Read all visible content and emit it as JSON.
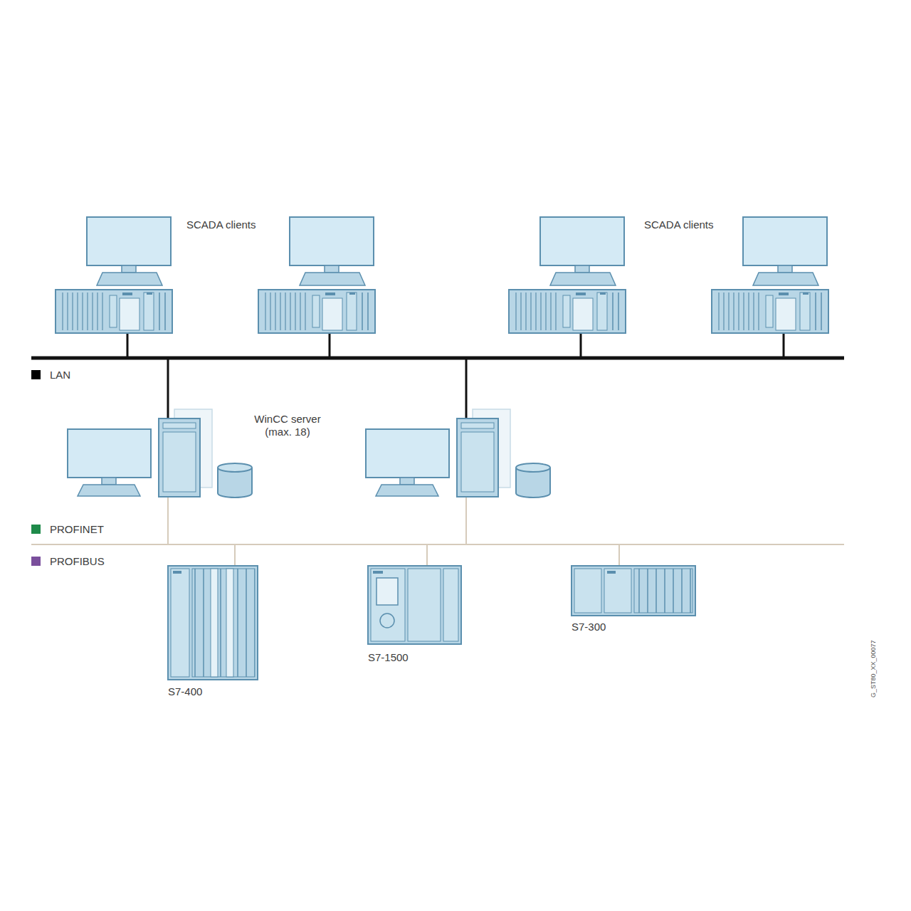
{
  "diagram": {
    "nodes": [
      {
        "text": [
          "S7-400"
        ]
      },
      {
        "text": [
          "S7-1500"
        ]
      },
      {
        "text": [
          "S7-300"
        ]
      }
    ],
    "labels": [
      "SCADA clients",
      "SCADA clients",
      "WinCC server (max. 18)",
      "G_ST80_XX_00077"
    ],
    "legend": [
      {
        "text": "LAN",
        "color": "#000000"
      },
      {
        "text": "PROFINET",
        "color": "#1e8a4a"
      },
      {
        "text": "PROFIBUS",
        "color": "#7a4f9c"
      }
    ]
  }
}
